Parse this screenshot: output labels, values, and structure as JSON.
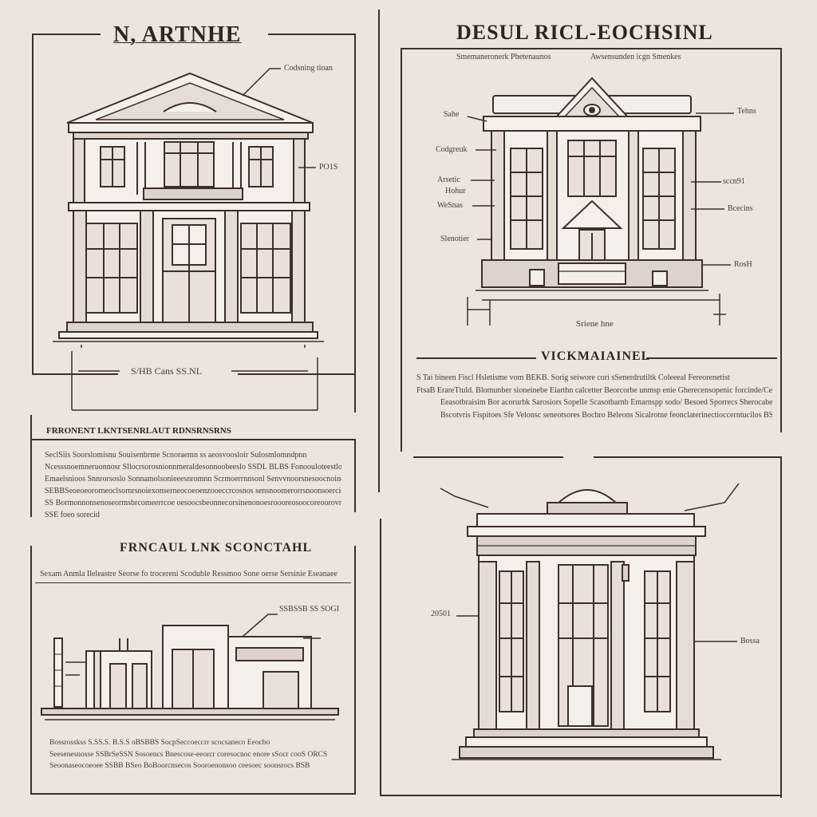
{
  "colors": {
    "background": "#ece4df",
    "ink": "#3d2f2a",
    "fill_light": "#f5efec",
    "fill_shade": "#ddd2cc",
    "window_glass": "#e9e0dc"
  },
  "panels": {
    "top_left": {
      "title": "N, ARTNHE",
      "callout_roof": "Codsning tioan",
      "callout_side": "PO1S",
      "scale": "S/HB Cans  SS.NL"
    },
    "top_right": {
      "title": "DESUL RICL-EOCHSINL",
      "subtitle_left": "Smemaneronerk Phetenaunos",
      "subtitle_right": "Awsensunden icgn Smenkes",
      "labels_left": [
        "Sahe",
        "Codgreuk",
        "Arsetic",
        "Hohur",
        "WeSnas",
        "Slenotier"
      ],
      "labels_right": [
        "Tehns",
        "sccn91",
        "Bcecins",
        "RosH"
      ],
      "scale": "Sriene hne"
    },
    "description_right": {
      "title": "VICKMAIAINEL",
      "lines": [
        "S  Tai bineen Fiscl Hsletisme vom BEKB. Sorig seiwore cori sSenerdrutiltk Coleeeal Fereorenetist",
        "FtsaB ErareTtuld. Blomunber sioneinebe Eiarthn calcetter Beorcorbe unmsp enie Gherecensopenic forcinde/Celtlcs",
        "Eeasotbraisim Bor acorurbk Sarosiors Sopelle Scasotbarnb Emarnspp sodo/ Besoed Sporrecs Sherocabe Seaprsps BSeste",
        "Bscotvris Fispitoes Sfe Velonsc seneotsores  Bochro Beleons  Sicalrotne feonclaterinectioccerntucilos BSeutets"
      ]
    },
    "description_left": {
      "title": "FRRONENT LKNTSENRLAUT RDNSRNSRNS",
      "lines": [
        "SeclSiis Soorslomisnu Souisenbrme Scnoraemn ss aeosvoosloir Sulosmlomndpnn",
        "Ncesssnoemneruonnosr Sllocrsorosnionnmeraldesonnoobeeslo SSDL BLBS Fonoouloteestlocsl",
        "Emaelsnioos Snnrorsoslo Sonnamolsonieeesnromnn Scrmoerrnnsonl Senvvnoorsnesoocnoinocl",
        "SEBBSeoeoeororneoclsornrsnoiexonserneocoeoenzooeccrcosnos sensnoomerorrsnoonsoercioree",
        "SS Bormonnonsenoseormsbrcomeerrcoe oesoocsbeonnecorsinenonoesroooreosoocoreoorovreceree",
        "SSE foeo sorecid"
      ]
    },
    "bottom_left": {
      "title": "FRNCAUL LNK SCONCTAHL",
      "intro": "Sexam Anmla Ileleastre Seorse fo trocereni Scoduble Ressmoo Sone oerse Sersinie Eseanaee",
      "callout": "SSBSSB  SS  SOGI",
      "lines": [
        "Bossrosskss S.SS.S. B.S.S oBSBBS SocpSeccoeccrr scocsaneco Eeocbo",
        "Seesenesnosse SSBrSeSSN Sosoencs Bnescose-eeorcr coresocnoc enore sSocr cooS ORCS",
        "Seoonaseocoeoee SSBB BSeo BoBoorcnsecos Sooroenonsoo ceesoec soonsrocs BSB"
      ]
    },
    "bottom_right": {
      "callout_left": "20501",
      "callout_right": "Bossa"
    }
  }
}
